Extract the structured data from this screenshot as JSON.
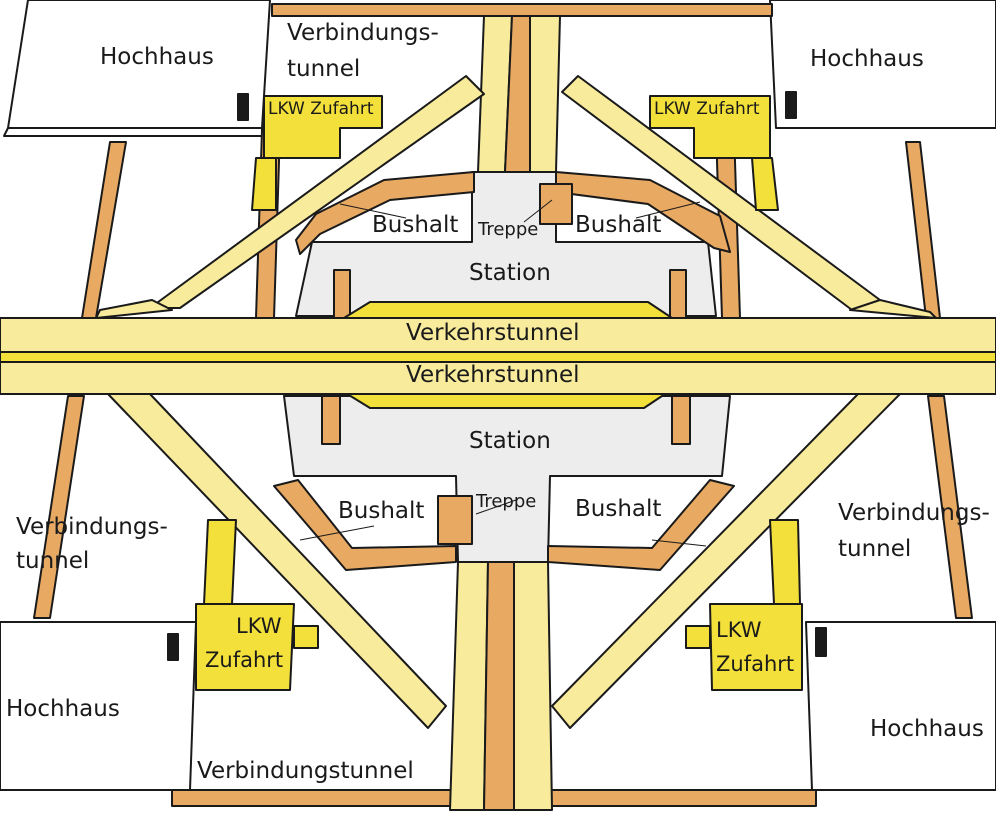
{
  "colors": {
    "tunnel_light": "#f8eb9c",
    "tunnel_yellow": "#f3e03a",
    "ramp_orange": "#e8a963",
    "station_grey": "#ededed",
    "building_white": "#ffffff",
    "outline": "#1a1a1a"
  },
  "labels": {
    "hochhaus_tl": "Hochhaus",
    "hochhaus_tr": "Hochhaus",
    "hochhaus_bl": "Hochhaus",
    "hochhaus_br": "Hochhaus",
    "verbindungstunnel_top_1": "Verbindungs-",
    "verbindungstunnel_top_2": "tunnel",
    "verbindungstunnel_left_1": "Verbindungs-",
    "verbindungstunnel_left_2": "tunnel",
    "verbindungstunnel_right_1": "Verbindungs-",
    "verbindungstunnel_right_2": "tunnel",
    "verbindungstunnel_bottom": "Verbindungstunnel",
    "lkw_zufahrt_tl": "LKW Zufahrt",
    "lkw_zufahrt_tr": "LKW Zufahrt",
    "lkw_zufahrt_bl_1": "LKW",
    "lkw_zufahrt_bl_2": "Zufahrt",
    "lkw_zufahrt_br_1": "LKW",
    "lkw_zufahrt_br_2": "Zufahrt",
    "bushalt_tl": "Bushalt",
    "bushalt_tr": "Bushalt",
    "bushalt_bl": "Bushalt",
    "bushalt_br": "Bushalt",
    "treppe_top": "Treppe",
    "treppe_bottom": "Treppe",
    "station_top": "Station",
    "station_bottom": "Station",
    "verkehrstunnel_top": "Verkehrstunnel",
    "verkehrstunnel_bottom": "Verkehrstunnel"
  }
}
